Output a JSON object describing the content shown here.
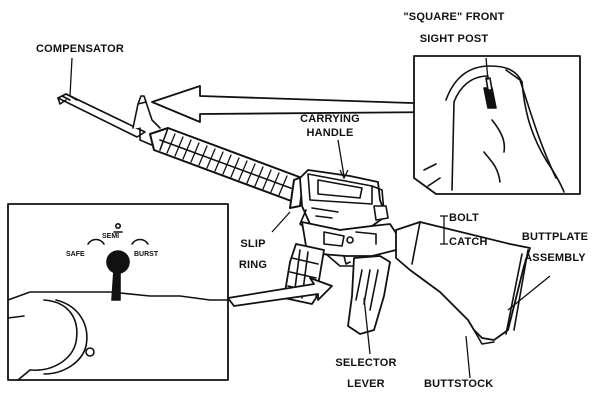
{
  "labels": {
    "compensator": "COMPENSATOR",
    "front_sight_line1": "\"SQUARE\" FRONT",
    "front_sight_line2": "SIGHT POST",
    "carrying_handle_line1": "CARRYING",
    "carrying_handle_line2": "HANDLE",
    "bolt_catch_line1": "BOLT",
    "bolt_catch_line2": "CATCH",
    "buttplate_line1": "BUTTPLATE",
    "buttplate_line2": "ASSEMBLY",
    "slip_ring_line1": "SLIP",
    "slip_ring_line2": "RING",
    "selector_line1": "SELECTOR",
    "selector_line2": "LEVER",
    "buttstock": "BUTTSTOCK"
  },
  "selector_markings": {
    "safe": "SAFE",
    "semi": "SEMI",
    "burst": "BURST"
  },
  "colors": {
    "ink": "#111111",
    "paper": "#ffffff"
  }
}
